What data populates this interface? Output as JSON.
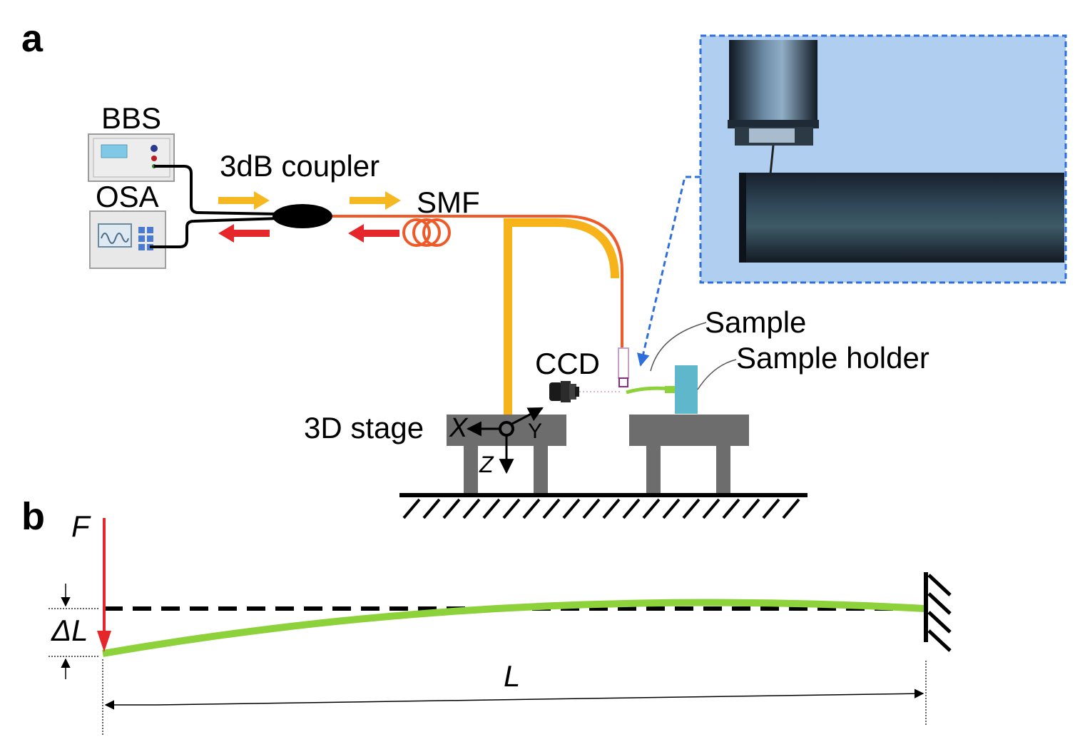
{
  "panels": {
    "a": {
      "letter": "a",
      "labels": {
        "bbs": "BBS",
        "osa": "OSA",
        "coupler": "3dB coupler",
        "smf": "SMF",
        "ccd": "CCD",
        "sample": "Sample",
        "sample_holder": "Sample holder",
        "stage": "3D stage",
        "axis_x": "X",
        "axis_y": "Y",
        "axis_z": "Z"
      }
    },
    "b": {
      "letter": "b",
      "labels": {
        "force": "F",
        "delta_l": "ΔL",
        "length": "L"
      }
    }
  },
  "colors": {
    "fiber_orange": "#f7b31a",
    "fiber_red": "#f05a28",
    "beam_green": "#8dd23a",
    "arrow_red": "#e5262a",
    "arrow_yellow": "#f5b820",
    "inset_border": "#2f6fdb",
    "inset_bg": "#a9c8ec",
    "stage_grey": "#6d6d6d",
    "holder_cyan": "#5fb7cc"
  }
}
